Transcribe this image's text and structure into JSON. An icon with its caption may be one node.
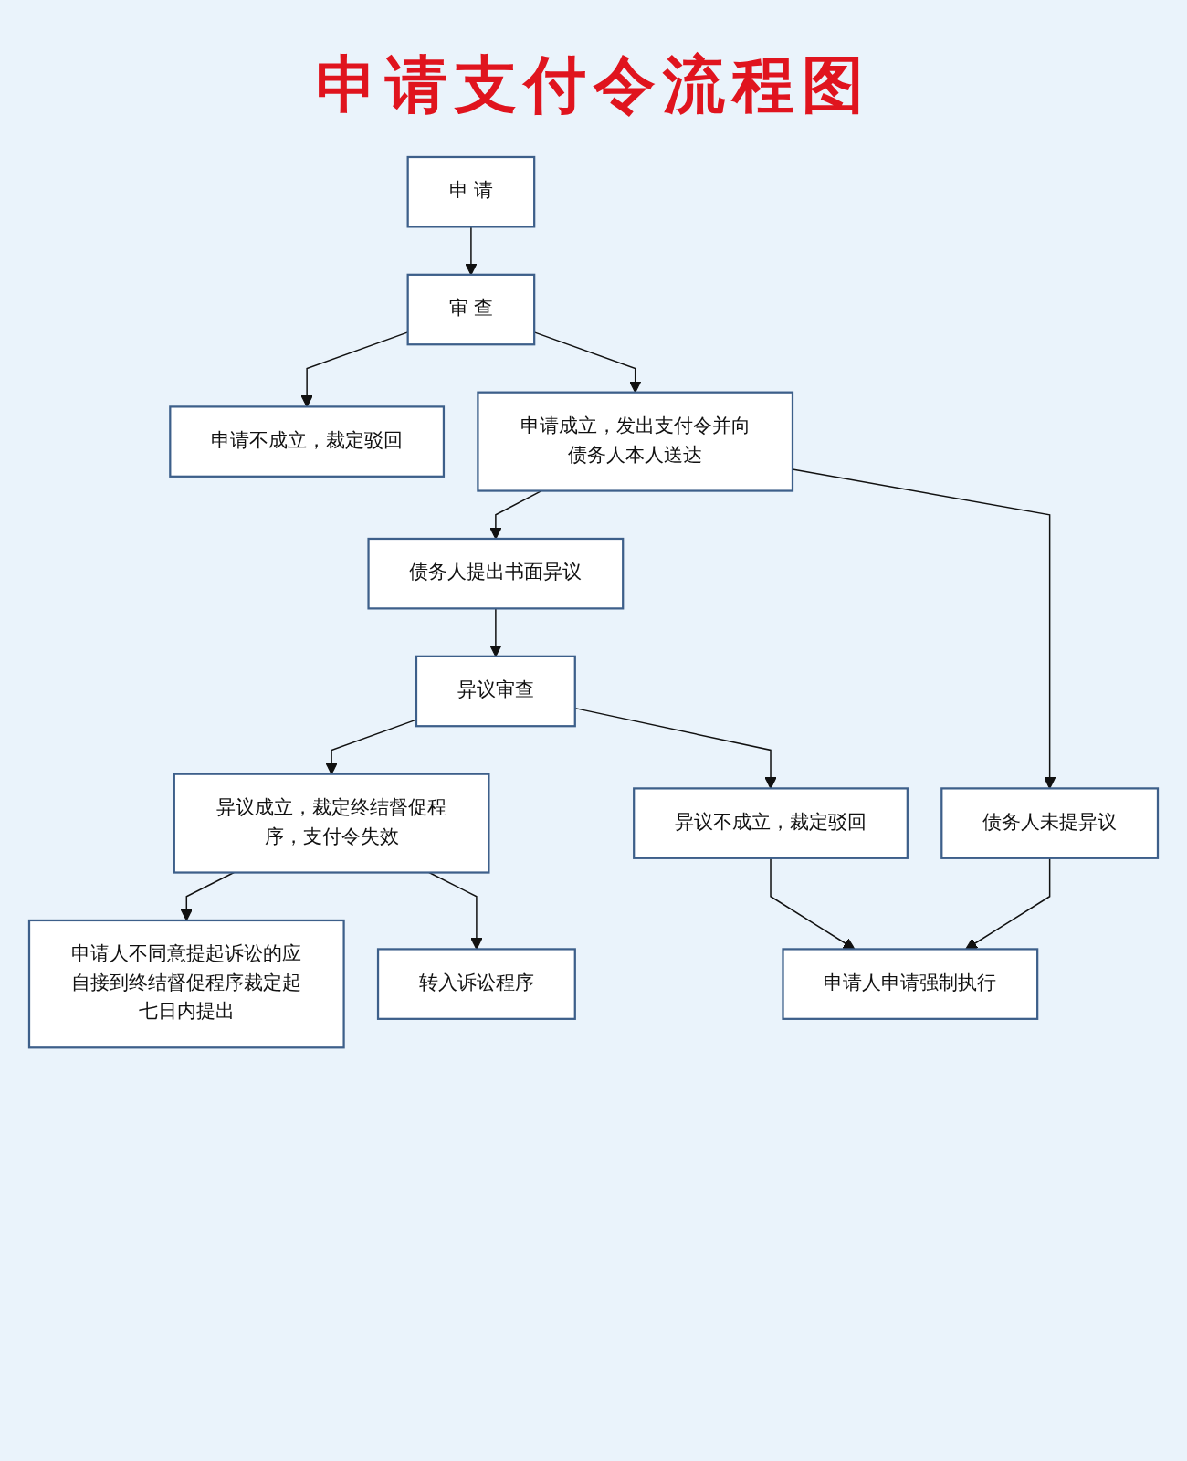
{
  "diagram": {
    "title": "申请支付令流程图",
    "nodes": [
      {
        "text": [
          "申 请"
        ]
      },
      {
        "text": [
          "审 查"
        ]
      },
      {
        "text": [
          "申请不成立，裁定驳回"
        ]
      },
      {
        "text": [
          "申请成立，发出支付令并向债务人本人送达"
        ]
      },
      {
        "text": [
          "债务人提出书面异议"
        ]
      },
      {
        "text": [
          "债务人未提异议"
        ]
      },
      {
        "text": [
          "异议审查"
        ]
      },
      {
        "text": [
          "异议成立，裁定终结督促程序，支付令失效"
        ]
      },
      {
        "text": [
          "异议不成立，裁定驳回"
        ]
      },
      {
        "text": [
          "申请人不同意提起诉讼的应自接到终结督促程序裁定起七日内提出"
        ]
      },
      {
        "text": [
          "转入诉讼程序"
        ]
      },
      {
        "text": [
          "申请人申请强制执行"
        ]
      }
    ],
    "edges": [
      {
        "from": 0,
        "to": 1,
        "arrow": "to"
      },
      {
        "from": 1,
        "to": 2,
        "arrow": "to"
      },
      {
        "from": 1,
        "to": 3,
        "arrow": "to"
      },
      {
        "from": 3,
        "to": 4,
        "arrow": "to"
      },
      {
        "from": 3,
        "to": 5,
        "arrow": "to"
      },
      {
        "from": 4,
        "to": 6,
        "arrow": "to"
      },
      {
        "from": 6,
        "to": 7,
        "arrow": "to"
      },
      {
        "from": 6,
        "to": 8,
        "arrow": "to"
      },
      {
        "from": 7,
        "to": 9,
        "arrow": "to"
      },
      {
        "from": 7,
        "to": 10,
        "arrow": "to"
      },
      {
        "from": 8,
        "to": 11,
        "arrow": "to"
      },
      {
        "from": 5,
        "to": 11,
        "arrow": "to"
      }
    ]
  }
}
